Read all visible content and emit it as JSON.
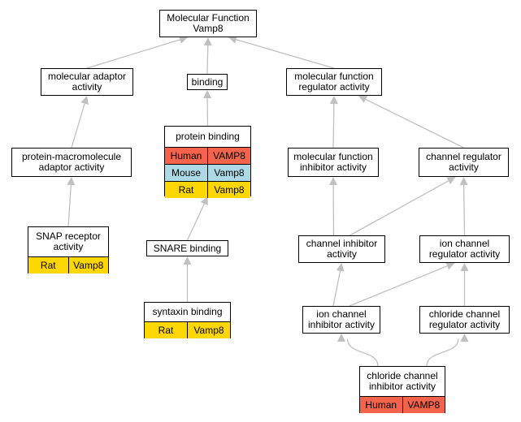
{
  "graph": {
    "edge_color": "#c0c0c0",
    "species_colors": {
      "Human": "#f4634b",
      "Mouse": "#add8e6",
      "Rat": "#ffd700"
    },
    "nodes": {
      "root": {
        "title": "Molecular Function\nVamp8",
        "annotations": []
      },
      "molecular_adaptor": {
        "title": "molecular adaptor\nactivity",
        "annotations": []
      },
      "binding": {
        "title": "binding",
        "annotations": []
      },
      "mf_regulator": {
        "title": "molecular function\nregulator activity",
        "annotations": []
      },
      "protein_macromolecule_adaptor": {
        "title": "protein-macromolecule\nadaptor activity",
        "annotations": []
      },
      "protein_binding": {
        "title": "protein binding",
        "annotations": [
          {
            "species": "Human",
            "gene": "VAMP8"
          },
          {
            "species": "Mouse",
            "gene": "Vamp8"
          },
          {
            "species": "Rat",
            "gene": "Vamp8"
          }
        ]
      },
      "mf_inhibitor": {
        "title": "molecular function\ninhibitor activity",
        "annotations": []
      },
      "channel_regulator": {
        "title": "channel regulator\nactivity",
        "annotations": []
      },
      "snap_receptor": {
        "title": "SNAP receptor\nactivity",
        "annotations": [
          {
            "species": "Rat",
            "gene": "Vamp8"
          }
        ]
      },
      "snare_binding": {
        "title": "SNARE binding",
        "annotations": []
      },
      "channel_inhibitor": {
        "title": "channel inhibitor\nactivity",
        "annotations": []
      },
      "ion_channel_regulator": {
        "title": "ion channel\nregulator activity",
        "annotations": []
      },
      "syntaxin_binding": {
        "title": "syntaxin binding",
        "annotations": [
          {
            "species": "Rat",
            "gene": "Vamp8"
          }
        ]
      },
      "ion_channel_inhibitor": {
        "title": "ion channel\ninhibitor activity",
        "annotations": []
      },
      "chloride_channel_regulator": {
        "title": "chloride channel\nregulator activity",
        "annotations": []
      },
      "chloride_channel_inhibitor": {
        "title": "chloride channel\ninhibitor activity",
        "annotations": [
          {
            "species": "Human",
            "gene": "VAMP8"
          }
        ]
      }
    },
    "edges": [
      [
        "molecular_adaptor",
        "root"
      ],
      [
        "binding",
        "root"
      ],
      [
        "mf_regulator",
        "root"
      ],
      [
        "protein_macromolecule_adaptor",
        "molecular_adaptor"
      ],
      [
        "snap_receptor",
        "protein_macromolecule_adaptor"
      ],
      [
        "protein_binding",
        "binding"
      ],
      [
        "snare_binding",
        "protein_binding"
      ],
      [
        "syntaxin_binding",
        "snare_binding"
      ],
      [
        "mf_inhibitor",
        "mf_regulator"
      ],
      [
        "channel_regulator",
        "mf_regulator"
      ],
      [
        "channel_inhibitor",
        "mf_inhibitor"
      ],
      [
        "channel_inhibitor",
        "channel_regulator"
      ],
      [
        "ion_channel_regulator",
        "channel_regulator"
      ],
      [
        "ion_channel_inhibitor",
        "channel_inhibitor"
      ],
      [
        "ion_channel_inhibitor",
        "ion_channel_regulator"
      ],
      [
        "chloride_channel_regulator",
        "ion_channel_regulator"
      ],
      [
        "chloride_channel_inhibitor",
        "ion_channel_inhibitor"
      ],
      [
        "chloride_channel_inhibitor",
        "chloride_channel_regulator"
      ]
    ]
  }
}
